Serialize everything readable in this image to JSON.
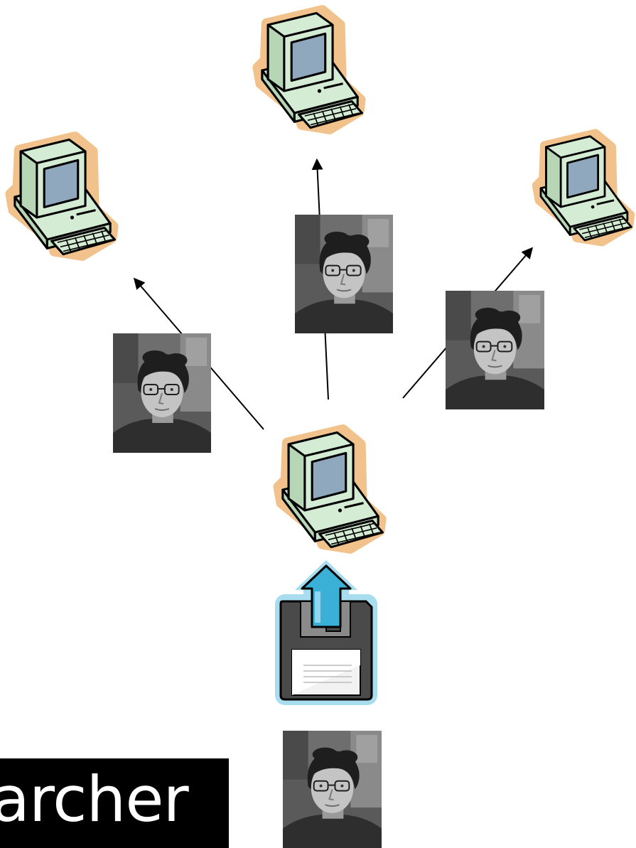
{
  "diagram": {
    "nodes": [
      {
        "id": "computer-top",
        "kind": "computer",
        "icon": "computer-icon"
      },
      {
        "id": "computer-left",
        "kind": "computer",
        "icon": "computer-icon"
      },
      {
        "id": "computer-right",
        "kind": "computer",
        "icon": "computer-icon"
      },
      {
        "id": "computer-center",
        "kind": "computer",
        "icon": "computer-icon"
      },
      {
        "id": "person-left",
        "kind": "person-photo",
        "icon": "person-photo"
      },
      {
        "id": "person-top",
        "kind": "person-photo",
        "icon": "person-photo"
      },
      {
        "id": "person-right",
        "kind": "person-photo",
        "icon": "person-photo"
      },
      {
        "id": "person-bottom",
        "kind": "person-photo",
        "icon": "person-photo"
      },
      {
        "id": "floppy-upload",
        "kind": "floppy-disk",
        "icon": "floppy-upload-icon"
      }
    ],
    "edges": [
      {
        "from": "computer-center",
        "to": "computer-left",
        "via": "person-left"
      },
      {
        "from": "computer-center",
        "to": "computer-top",
        "via": "person-top"
      },
      {
        "from": "computer-center",
        "to": "computer-right",
        "via": "person-right"
      }
    ],
    "colors": {
      "computer_body": "#d4ecd3",
      "computer_halo": "#f2c28c",
      "screen": "#8fa8bd",
      "floppy_body": "#4a4a4a",
      "floppy_halo": "#a8dcef",
      "arrow_blue": "#3bb0d6",
      "logo_bg": "#000000"
    }
  },
  "logo": {
    "text": "archer"
  }
}
